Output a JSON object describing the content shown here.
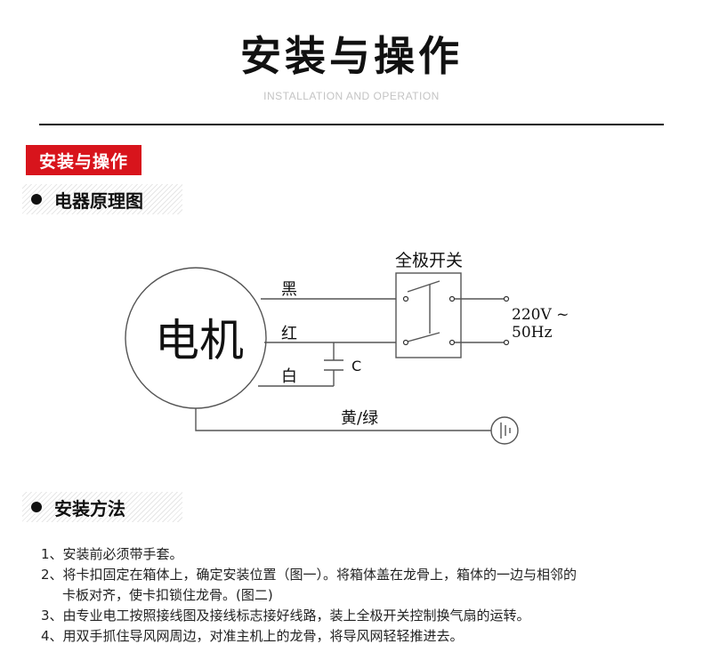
{
  "header": {
    "title": "安装与操作",
    "subtitle": "INSTALLATION AND OPERATION"
  },
  "section_tag": "安装与操作",
  "wiring_section": {
    "heading": "电器原理图",
    "motor_label": "电机",
    "switch_label": "全极开关",
    "wire_black": "黑",
    "wire_red": "红",
    "wire_white": "白",
    "wire_ground": "黄/绿",
    "capacitor_label": "C",
    "voltage": "220V ~",
    "frequency": "50Hz"
  },
  "install_section": {
    "heading": "安装方法",
    "steps": [
      "1、安装前必须带手套。",
      "2、将卡扣固定在箱体上，确定安装位置（图一）。将箱体盖在龙骨上，箱体的一边与相邻的",
      "卡板对齐，使卡扣锁住龙骨。(图二)",
      "3、由专业电工按照接线图及接线标志接好线路，装上全极开关控制换气扇的运转。",
      "4、用双手抓住导风网周边，对准主机上的龙骨，将导风网轻轻推进去。"
    ]
  },
  "colors": {
    "accent_red": "#d8141c",
    "text": "#111111",
    "subtitle_gray": "#c4c4c4"
  }
}
